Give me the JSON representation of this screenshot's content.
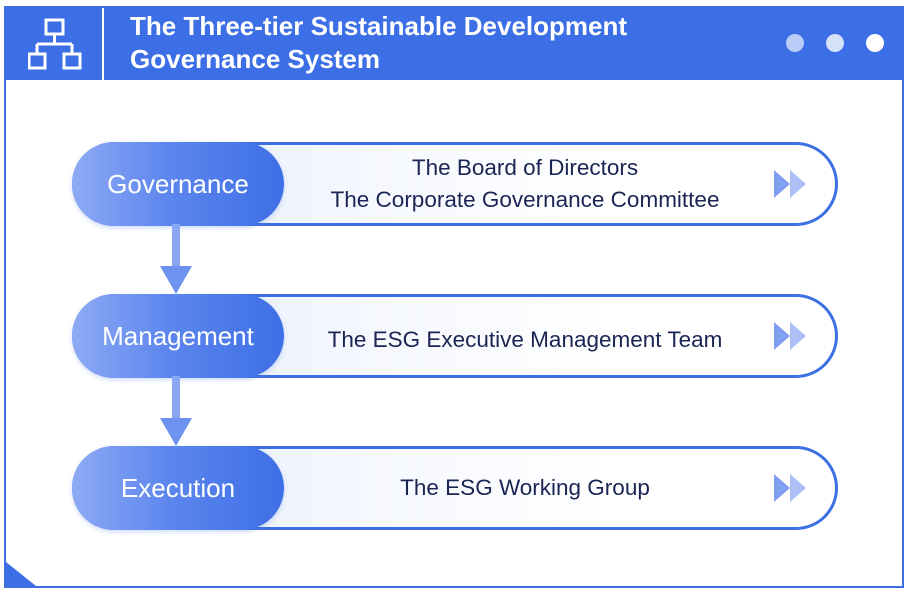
{
  "header": {
    "title_line1": "The Three-tier Sustainable Development",
    "title_line2": "Governance System",
    "icon": "org-chart-icon"
  },
  "colors": {
    "primary": "#3c6ee6",
    "text_dark": "#1a2554",
    "dot_light": "#b9cbf7",
    "dot_white": "#ffffff"
  },
  "tiers": [
    {
      "label": "Governance",
      "lines": [
        "The Board of Directors",
        "The Corporate Governance Committee"
      ]
    },
    {
      "label": "Management",
      "lines": [
        "The ESG Executive Management Team"
      ]
    },
    {
      "label": "Execution",
      "lines": [
        "The ESG Working Group"
      ]
    }
  ]
}
